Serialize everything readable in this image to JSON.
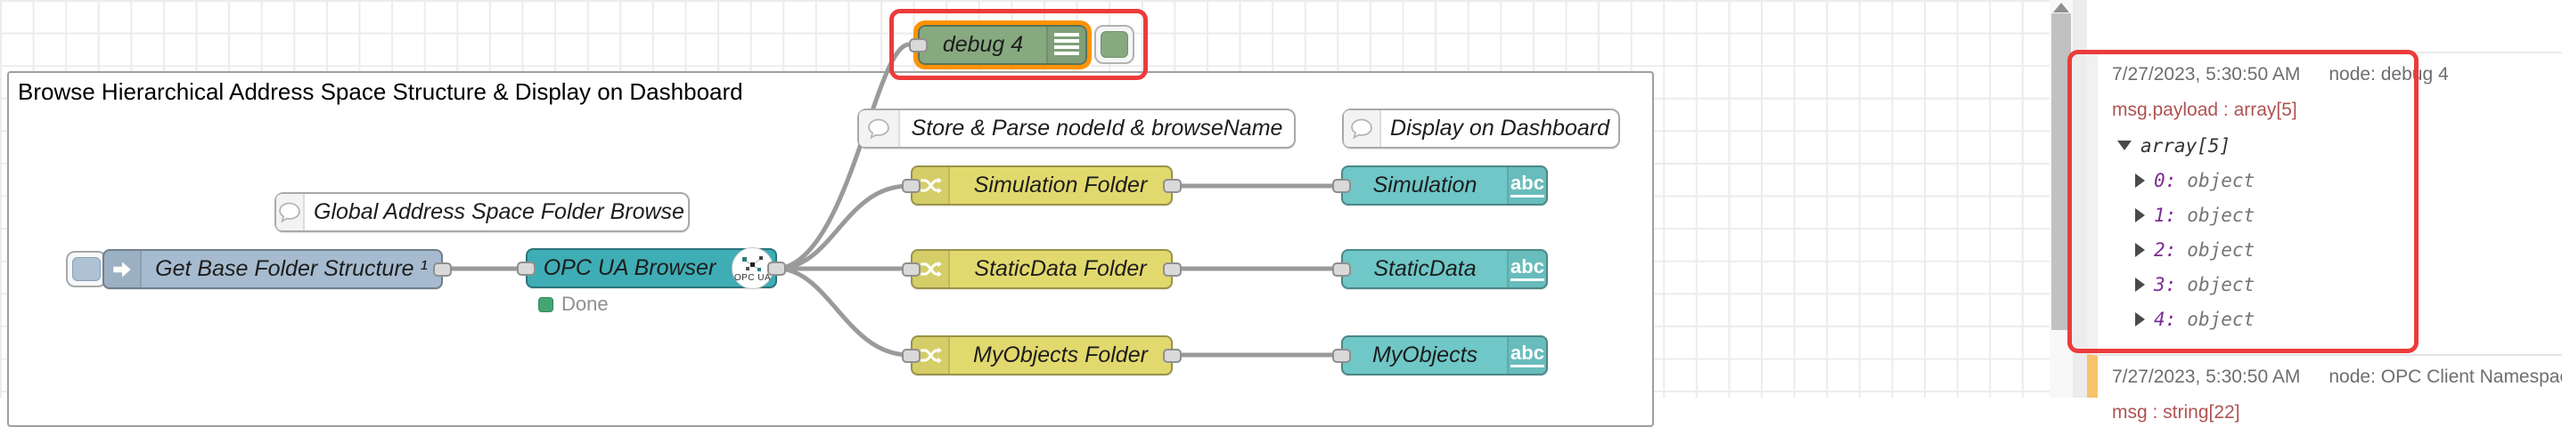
{
  "colors": {
    "inject_node": "#a6bbcf",
    "opcua_node": "#3fadb5",
    "debug_node": "#87a980",
    "switch_node": "#e2d96e",
    "text_node": "#6fc7c7",
    "status_done_dot": "#44a573",
    "selection_outline": "#ff9300",
    "annotation_red": "#ec3b3b",
    "wire": "#9a9a9a",
    "message_accent_border": "#f7c36b"
  },
  "group": {
    "label": "Browse Hierarchical Address Space Structure & Display on Dashboard"
  },
  "flow": {
    "inject_node": {
      "label": "Get Base Folder Structure ¹"
    },
    "opcua_node": {
      "label": "OPC UA Browser",
      "badge_caption": "OPC UA",
      "status": "Done"
    },
    "debug_node": {
      "label": "debug 4"
    },
    "comments": [
      {
        "label": "Global Address Space Folder Browse"
      },
      {
        "label": "Store & Parse nodeId & browseName"
      },
      {
        "label": "Display on Dashboard"
      }
    ],
    "rows": [
      {
        "switch_label": "Simulation Folder",
        "text_label": "Simulation"
      },
      {
        "switch_label": "StaticData Folder",
        "text_label": "StaticData"
      },
      {
        "switch_label": "MyObjects Folder",
        "text_label": "MyObjects"
      }
    ],
    "text_node_icon": "abc"
  },
  "debug_sidebar": {
    "messages": [
      {
        "timestamp": "7/27/2023, 5:30:50 AM",
        "source": "node: debug 4",
        "path": "msg.payload : array[5]",
        "tree_root": "array[5]",
        "tree_items": [
          {
            "key": "0:",
            "type": "object"
          },
          {
            "key": "1:",
            "type": "object"
          },
          {
            "key": "2:",
            "type": "object"
          },
          {
            "key": "3:",
            "type": "object"
          },
          {
            "key": "4:",
            "type": "object"
          }
        ]
      },
      {
        "timestamp": "7/27/2023, 5:30:50 AM",
        "source": "node: OPC Client Namespace Brow",
        "path": "msg : string[22]"
      }
    ]
  }
}
